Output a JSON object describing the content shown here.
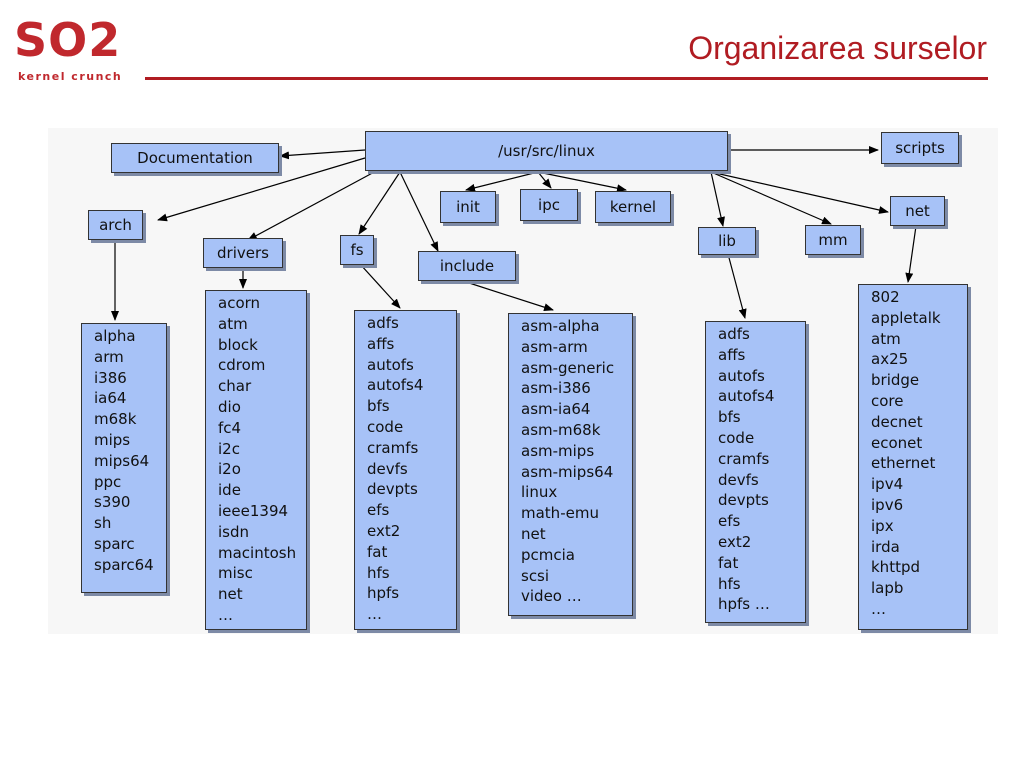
{
  "logo": {
    "main": "SO2",
    "sub": "kernel crunch"
  },
  "title": "Organizarea surselor",
  "diagram": {
    "root": "/usr/src/linux",
    "nodes": {
      "documentation": "Documentation",
      "scripts": "scripts",
      "arch": "arch",
      "drivers": "drivers",
      "fs": "fs",
      "include": "include",
      "init": "init",
      "ipc": "ipc",
      "kernel": "kernel",
      "lib": "lib",
      "mm": "mm",
      "net": "net"
    },
    "lists": {
      "arch": [
        "alpha",
        "arm",
        "i386",
        "ia64",
        "m68k",
        "mips",
        "mips64",
        "ppc",
        "s390",
        "sh",
        "sparc",
        "sparc64"
      ],
      "drivers": [
        "acorn",
        "atm",
        "block",
        "cdrom",
        "char",
        "dio",
        "fc4",
        "i2c",
        "i2o",
        "ide",
        "ieee1394",
        "isdn",
        "macintosh",
        "misc",
        "net",
        "…"
      ],
      "fs": [
        "adfs",
        "affs",
        "autofs",
        "autofs4",
        "bfs",
        "code",
        "cramfs",
        "devfs",
        "devpts",
        "efs",
        "ext2",
        "fat",
        "hfs",
        "hpfs",
        "…"
      ],
      "include": [
        "asm-alpha",
        "asm-arm",
        "asm-generic",
        "asm-i386",
        "asm-ia64",
        "asm-m68k",
        "asm-mips",
        "asm-mips64",
        "linux",
        "math-emu",
        "net",
        "pcmcia",
        "scsi",
        "video …"
      ],
      "lib": [
        "adfs",
        "affs",
        "autofs",
        "autofs4",
        "bfs",
        "code",
        "cramfs",
        "devfs",
        "devpts",
        "efs",
        "ext2",
        "fat",
        "hfs",
        "hpfs …"
      ],
      "net": [
        "802",
        "appletalk",
        "atm",
        "ax25",
        "bridge",
        "core",
        "decnet",
        "econet",
        "ethernet",
        "ipv4",
        "ipv6",
        "ipx",
        "irda",
        "khttpd",
        "lapb",
        "…"
      ]
    }
  },
  "colors": {
    "accent": "#b01c22",
    "box_fill": "#a7c2f7",
    "box_shadow": "#7d8aa6"
  }
}
